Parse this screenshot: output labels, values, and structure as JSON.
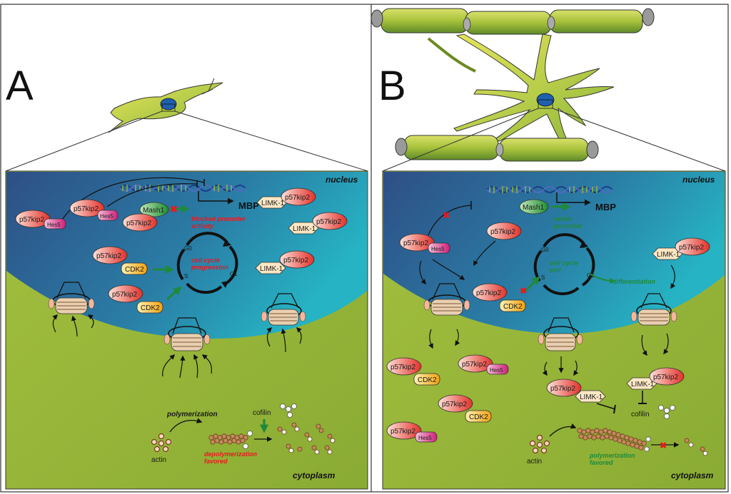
{
  "panels": [
    {
      "letter": "A",
      "region_nucleus": "nucleus",
      "region_cytoplasm": "cytoplasm",
      "gene": "MBP",
      "promoter_note": "blocked promoter activity",
      "cycle_note": "cell cycle progression",
      "actin_label": "actin",
      "cofilin_label": "cofilin",
      "polymerization_note": "polymerization",
      "depolymerization_note": "depolymerization favored"
    },
    {
      "letter": "B",
      "region_nucleus": "nucleus",
      "region_cytoplasm": "cytoplasm",
      "gene": "MBP",
      "promoter_note": "active promoter",
      "cycle_note": "cell cycle exit",
      "differentiation_note": "differentiation",
      "actin_label": "actin",
      "cofilin_label": "cofilin",
      "polymerization_note": "polymerization favored"
    }
  ],
  "proteins": {
    "p57": "p57kip2",
    "hes5": "Hes5",
    "mash1": "Mash1",
    "limk1": "LIMK-1",
    "cdk2": "CDK2"
  },
  "cycle_phases": {
    "g0": "G0",
    "m": "M",
    "g1": "G1",
    "s": "S"
  },
  "colors": {
    "nucleus_top": "#2f5a8f",
    "nucleus_bottom": "#27a5b8",
    "cytoplasm": "#9ab83a",
    "p57": "#e8432c",
    "hes5": "#d4237a",
    "mash1": "#2e9a3a",
    "limk1": "#fde7c4",
    "cdk2": "#f5b21a",
    "red_note": "#e8191f",
    "green_note": "#1e8a3a"
  }
}
